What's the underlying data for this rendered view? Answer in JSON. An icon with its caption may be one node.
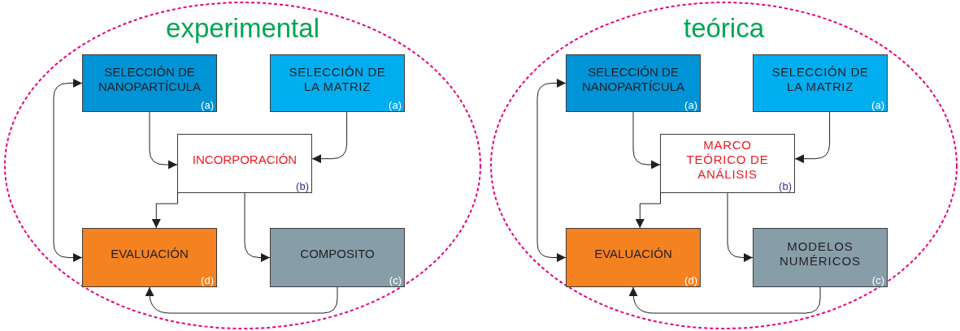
{
  "diagram": {
    "nodes": [
      {
        "text": [
          "experimental"
        ]
      },
      {
        "text": [
          "SELECCIÓN DE NANOPARTÍCULA",
          "(a)"
        ],
        "in": 0
      },
      {
        "text": [
          "SELECCIÓN DE LA MATRIZ",
          "(a)"
        ],
        "in": 0
      },
      {
        "text": [
          "INCORPORACIÓN",
          "(b)"
        ],
        "in": 0
      },
      {
        "text": [
          "EVALUACIÓN",
          "(d)"
        ],
        "in": 0
      },
      {
        "text": [
          "COMPOSITO",
          "(c)"
        ],
        "in": 0
      },
      {
        "text": [
          "teórica"
        ]
      },
      {
        "text": [
          "SELECCIÓN DE NANOPARTÍCULA",
          "(a)"
        ],
        "in": 6
      },
      {
        "text": [
          "SELECCIÓN DE LA MATRIZ",
          "(a)"
        ],
        "in": 6
      },
      {
        "text": [
          "MARCO TEÓRICO DE ANÁLISIS",
          "(b)"
        ],
        "in": 6
      },
      {
        "text": [
          "EVALUACIÓN",
          "(d)"
        ],
        "in": 6
      },
      {
        "text": [
          "MODELOS NUMÉRICOS",
          "(c)"
        ],
        "in": 6
      }
    ],
    "edges": [
      {
        "from": 1,
        "to": 3,
        "arrow": "to"
      },
      {
        "from": 2,
        "to": 3,
        "arrow": "to"
      },
      {
        "from": 3,
        "to": 4,
        "arrow": "to"
      },
      {
        "from": 3,
        "to": 5,
        "arrow": "to"
      },
      {
        "from": 5,
        "to": 4,
        "arrow": "to"
      },
      {
        "from": 1,
        "to": 4,
        "arrow": "both"
      },
      {
        "from": 7,
        "to": 9,
        "arrow": "to"
      },
      {
        "from": 8,
        "to": 9,
        "arrow": "to"
      },
      {
        "from": 9,
        "to": 10,
        "arrow": "to"
      },
      {
        "from": 9,
        "to": 11,
        "arrow": "to"
      },
      {
        "from": 11,
        "to": 10,
        "arrow": "to"
      },
      {
        "from": 7,
        "to": 10,
        "arrow": "both"
      }
    ]
  }
}
